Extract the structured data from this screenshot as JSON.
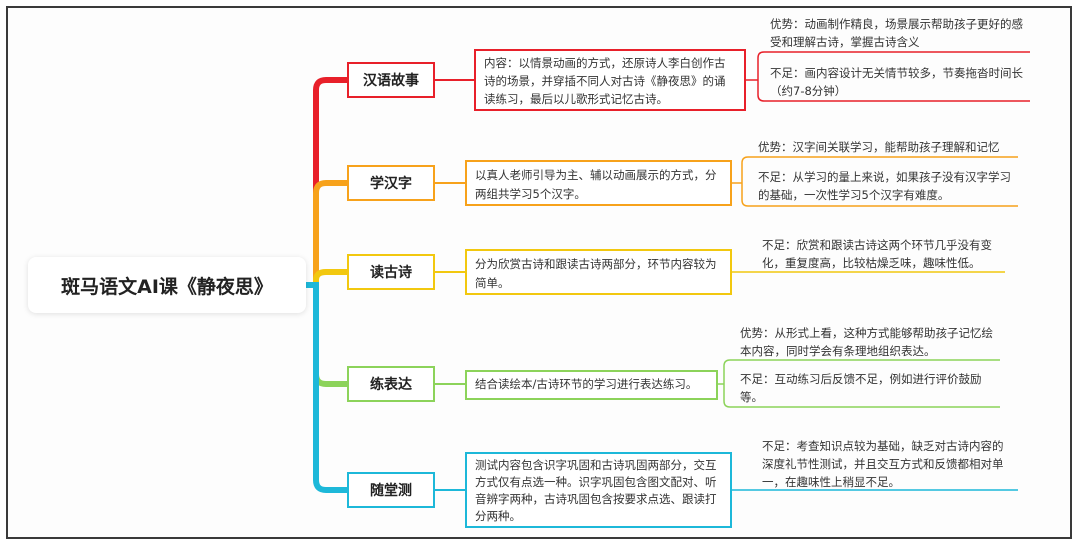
{
  "colors": {
    "red": "#e8202a",
    "orange": "#f7a21b",
    "yellow": "#f2c80f",
    "green": "#8cd35a",
    "cyan": "#1db8d9"
  },
  "root": {
    "label": "斑马语文AI课《静夜思》"
  },
  "branches": [
    {
      "id": "story",
      "color_key": "red",
      "topic": "汉语故事",
      "content": "内容：以情景动画的方式，还原诗人李白创作古诗的场景，并穿插不同人对古诗《静夜思》的诵读练习，最后以儿歌形式记忆古诗。",
      "notes": [
        "优势：动画制作精良，场景展示帮助孩子更好的感受和理解古诗，掌握古诗含义",
        "不足：画内容设计无关情节较多，节奏拖沓时间长（约7-8分钟）"
      ]
    },
    {
      "id": "hanzi",
      "color_key": "orange",
      "topic": "学汉字",
      "content": "以真人老师引导为主、辅以动画展示的方式，分两组共学习5个汉字。",
      "notes": [
        "优势：汉字间关联学习，能帮助孩子理解和记忆",
        "不足：从学习的量上来说，如果孩子没有汉字学习的基础，一次性学习5个汉字有难度。"
      ]
    },
    {
      "id": "read",
      "color_key": "yellow",
      "topic": "读古诗",
      "content": "分为欣赏古诗和跟读古诗两部分，环节内容较为简单。",
      "notes": [
        "不足：欣赏和跟读古诗这两个环节几乎没有变化，重复度高，比较枯燥乏味，趣味性低。"
      ]
    },
    {
      "id": "express",
      "color_key": "green",
      "topic": "练表达",
      "content": "结合读绘本/古诗环节的学习进行表达练习。",
      "notes": [
        "优势：从形式上看，这种方式能够帮助孩子记忆绘本内容，同时学会有条理地组织表达。",
        "不足：互动练习后反馈不足，例如进行评价鼓励等。"
      ]
    },
    {
      "id": "quiz",
      "color_key": "cyan",
      "topic": "随堂测",
      "content": "测试内容包含识字巩固和古诗巩固两部分，交互方式仅有点选一种。识字巩固包含图文配对、听音辨字两种，古诗巩固包含按要求点选、跟读打分两种。",
      "notes": [
        "不足：考查知识点较为基础，缺乏对古诗内容的深度礼节性测试，并且交互方式和反馈都相对单一，在趣味性上稍显不足。"
      ]
    }
  ]
}
